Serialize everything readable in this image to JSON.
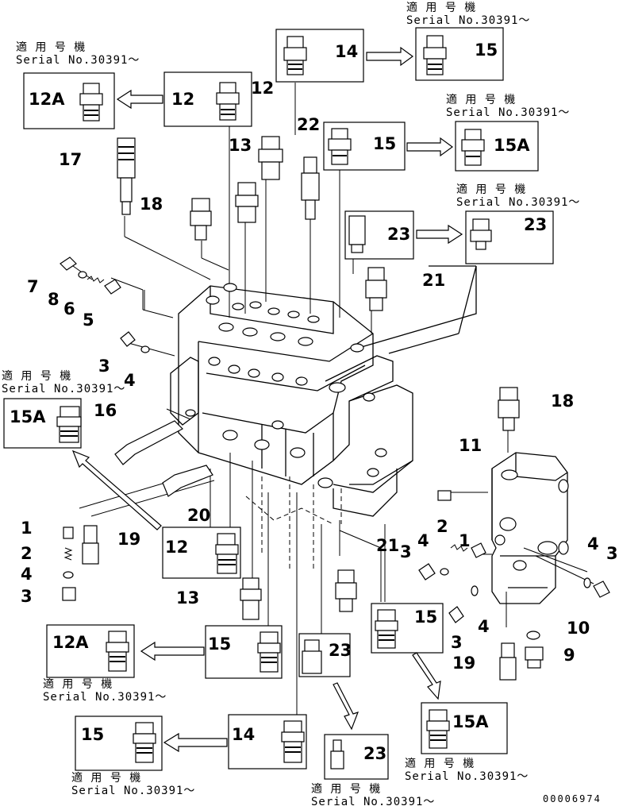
{
  "captions": {
    "c1_jp": "適 用 号 機",
    "c1_serial": "Serial No.30391～",
    "c2_jp": "適 用 号 機",
    "c2_serial": "Serial No.30391～",
    "c3_jp": "適 用 号 機",
    "c3_serial": "Serial No.30391～",
    "c4_jp": "適 用 号 機",
    "c4_serial": "Serial No.30391～",
    "c5_jp": "適 用 号 機",
    "c5_serial": "Serial No.30391～",
    "c6_jp": "適 用 号 機",
    "c6_serial": "Serial No.30391～",
    "c7_jp": "適 用 号 機",
    "c7_serial": "Serial No.30391～",
    "c8_jp": "適 用 号 機",
    "c8_serial": "Serial No.30391～",
    "c9_jp": "適 用 号 機",
    "c9_serial": "Serial No.30391～"
  },
  "labels": {
    "b14_top": "14",
    "b15_top": "15",
    "b12A_top": "12A",
    "b12_top": "12",
    "b15_mid": "15",
    "b15A_mid": "15A",
    "b23_mid": "23",
    "b23_right": "23",
    "b15A_left": "15A",
    "b12_low": "12",
    "b12A_low": "12A",
    "b15_low": "15",
    "b23_low": "23",
    "b15_right": "15",
    "b15A_right": "15A",
    "b15_bottom": "15",
    "b14_bottom": "14",
    "b23_bottom": "23",
    "p12": "12",
    "p13a": "13",
    "p22": "22",
    "p17": "17",
    "p18a": "18",
    "p7": "7",
    "p8a": "8",
    "p6": "6",
    "p5": "5",
    "p3a": "3",
    "p4a": "4",
    "p21a": "21",
    "p16": "16",
    "p20": "20",
    "p1a": "1",
    "p2a": "2",
    "p4b": "4",
    "p3b": "3",
    "p19a": "19",
    "p13b": "13",
    "p18b": "18",
    "p11": "11",
    "p2b": "2",
    "p1b": "1",
    "p4c": "4",
    "p3c": "3",
    "p3d": "3",
    "p4d": "4",
    "p3e": "3",
    "p10": "10",
    "p9": "9",
    "p19b": "19",
    "p21b": "21"
  },
  "doc_number": "00006974"
}
